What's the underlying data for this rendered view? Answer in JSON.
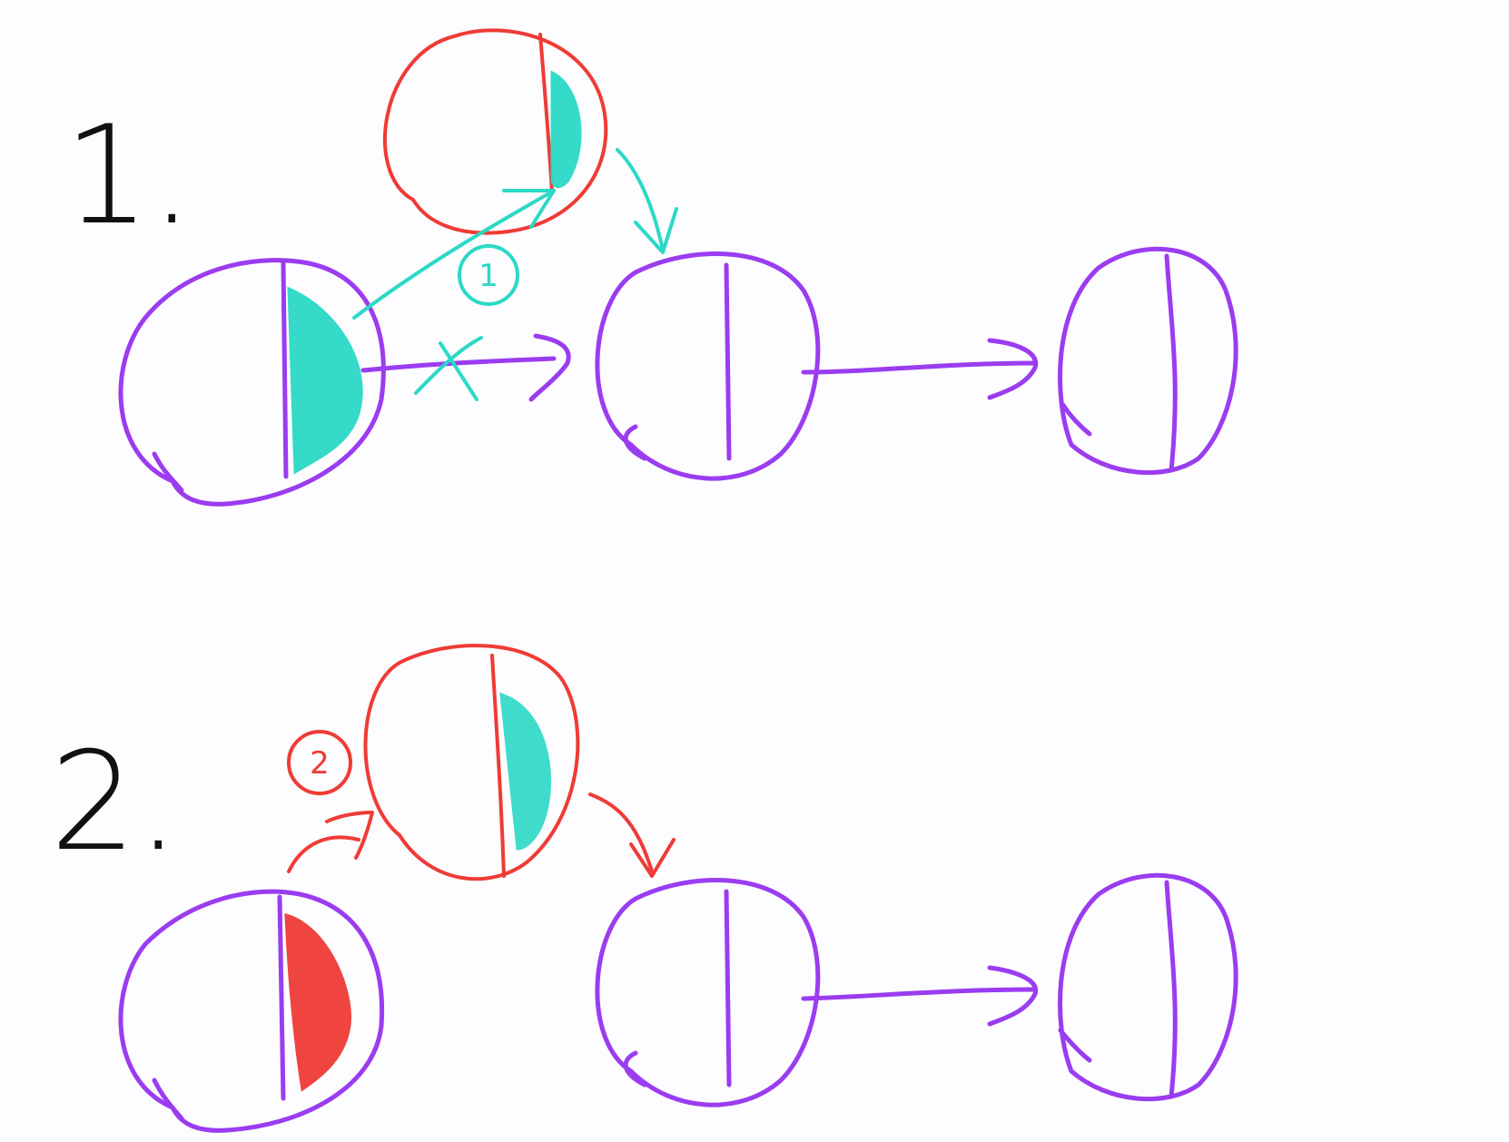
{
  "diagram": {
    "steps": [
      {
        "label": "1.",
        "badge": "1",
        "crossed_link": true
      },
      {
        "label": "2.",
        "badge": "2",
        "crossed_link": false
      }
    ],
    "colors": {
      "background": "#fdfcfe",
      "node_purple": "#9a3cf0",
      "node_red": "#ef3b36",
      "highlight_cyan": "#2bd9c6",
      "ink_black": "#111111"
    }
  }
}
